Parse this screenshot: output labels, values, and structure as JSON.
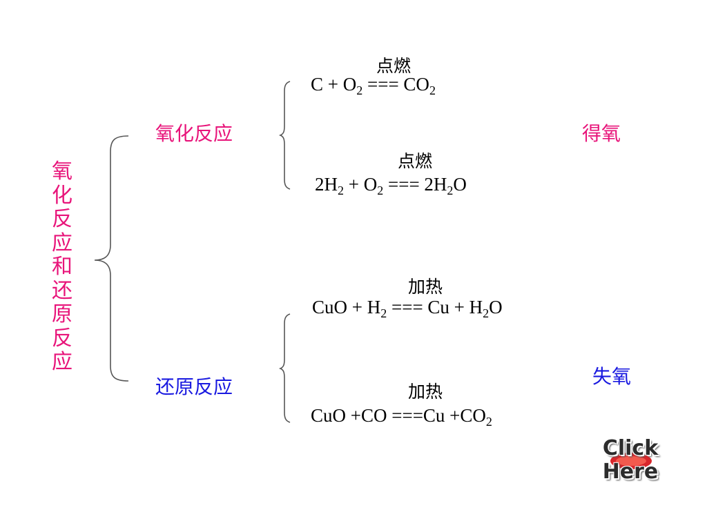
{
  "title_vertical": "氧化反应和还原反应",
  "oxidation": {
    "label": "氧化反应",
    "gain_label": "得氧",
    "eq1": {
      "condition": "点燃",
      "l1": "C + O",
      "l2": "2",
      "l3": " === CO",
      "l4": "2"
    },
    "eq2": {
      "condition": "点燃",
      "l1": "2H",
      "l2": "2",
      "l3": " + O",
      "l4": "2",
      "l5": " === 2H",
      "l6": "2",
      "l7": "O"
    }
  },
  "reduction": {
    "label": "还原反应",
    "loss_label": "失氧",
    "eq1": {
      "condition": "加热",
      "l1": "CuO + H",
      "l2": "2",
      "l3": " === Cu + H",
      "l4": "2",
      "l5": "O"
    },
    "eq2": {
      "condition": "加热",
      "l1": "CuO +CO ===Cu +CO",
      "l2": "2"
    }
  },
  "click_button": {
    "line1": "Click",
    "line2": "Here"
  },
  "colors": {
    "magenta": "#e8147a",
    "blue": "#1a1ae0",
    "black": "#000000"
  }
}
